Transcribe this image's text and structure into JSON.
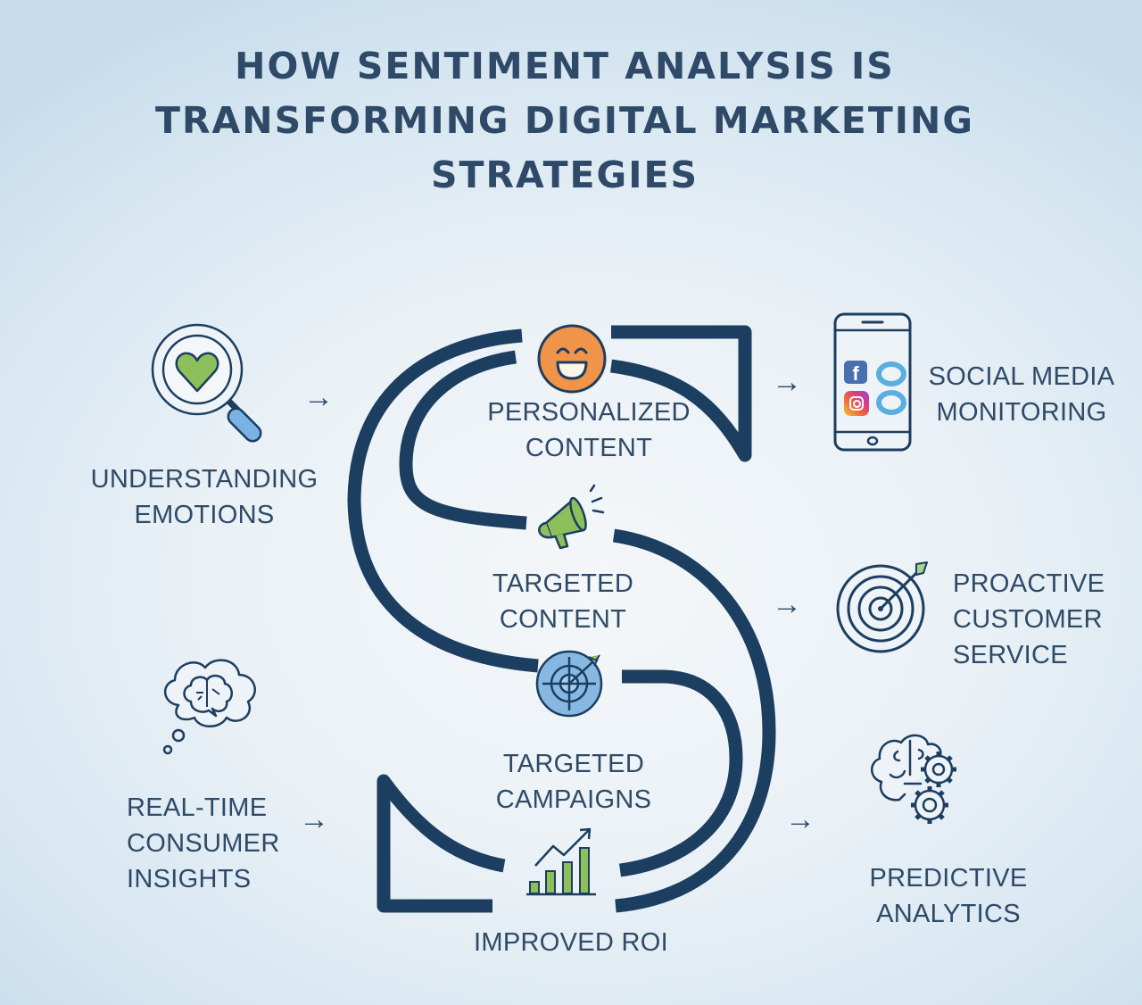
{
  "title": {
    "lines": [
      "HOW SENTIMENT ANALYSIS IS",
      "TRANSFORMING DIGITAL MARKETING",
      "STRATEGIES"
    ]
  },
  "colors": {
    "path": "#1c3e60",
    "text": "#2e4a68",
    "smiley": "#f0944a",
    "green": "#8dc05a",
    "target_blue": "#7fb3e0",
    "handle_blue": "#7ab3e3",
    "social_ring": "#5aaee0"
  },
  "path_steps": [
    {
      "id": "personalized",
      "label_lines": [
        "PERSONALIZED",
        "CONTENT"
      ],
      "icon": "smiley-face-icon"
    },
    {
      "id": "targeted-content",
      "label_lines": [
        "TARGETED",
        "CONTENT"
      ],
      "icon": "megaphone-icon"
    },
    {
      "id": "targeted-campaigns",
      "label_lines": [
        "TARGETED",
        "CAMPAIGNS"
      ],
      "icon": "crosshair-target-icon"
    },
    {
      "id": "improved-roi",
      "label_lines": [
        "IMPROVED ROI"
      ],
      "icon": "growth-chart-icon"
    }
  ],
  "left_items": [
    {
      "id": "understanding-emotions",
      "label_lines": [
        "UNDERSTANDING",
        "EMOTIONS"
      ],
      "icon": "magnifier-heart-icon"
    },
    {
      "id": "real-time-insights",
      "label_lines": [
        "REAL-TIME",
        "CONSUMER",
        "INSIGHTS"
      ],
      "icon": "thought-brain-icon"
    }
  ],
  "right_items": [
    {
      "id": "social-media-monitoring",
      "label_lines": [
        "SOCIAL MEDIA",
        "MONITORING"
      ],
      "icon": "smartphone-social-icon",
      "social_icons": [
        "facebook-icon",
        "instagram-icon"
      ]
    },
    {
      "id": "proactive-customer-service",
      "label_lines": [
        "PROACTIVE",
        "CUSTOMER",
        "SERVICE"
      ],
      "icon": "dartboard-icon"
    },
    {
      "id": "predictive-analytics",
      "label_lines": [
        "PREDICTIVE",
        "ANALYTICS"
      ],
      "icon": "brain-gears-icon"
    }
  ],
  "arrow_glyph": "→",
  "facebook_glyph": "f"
}
